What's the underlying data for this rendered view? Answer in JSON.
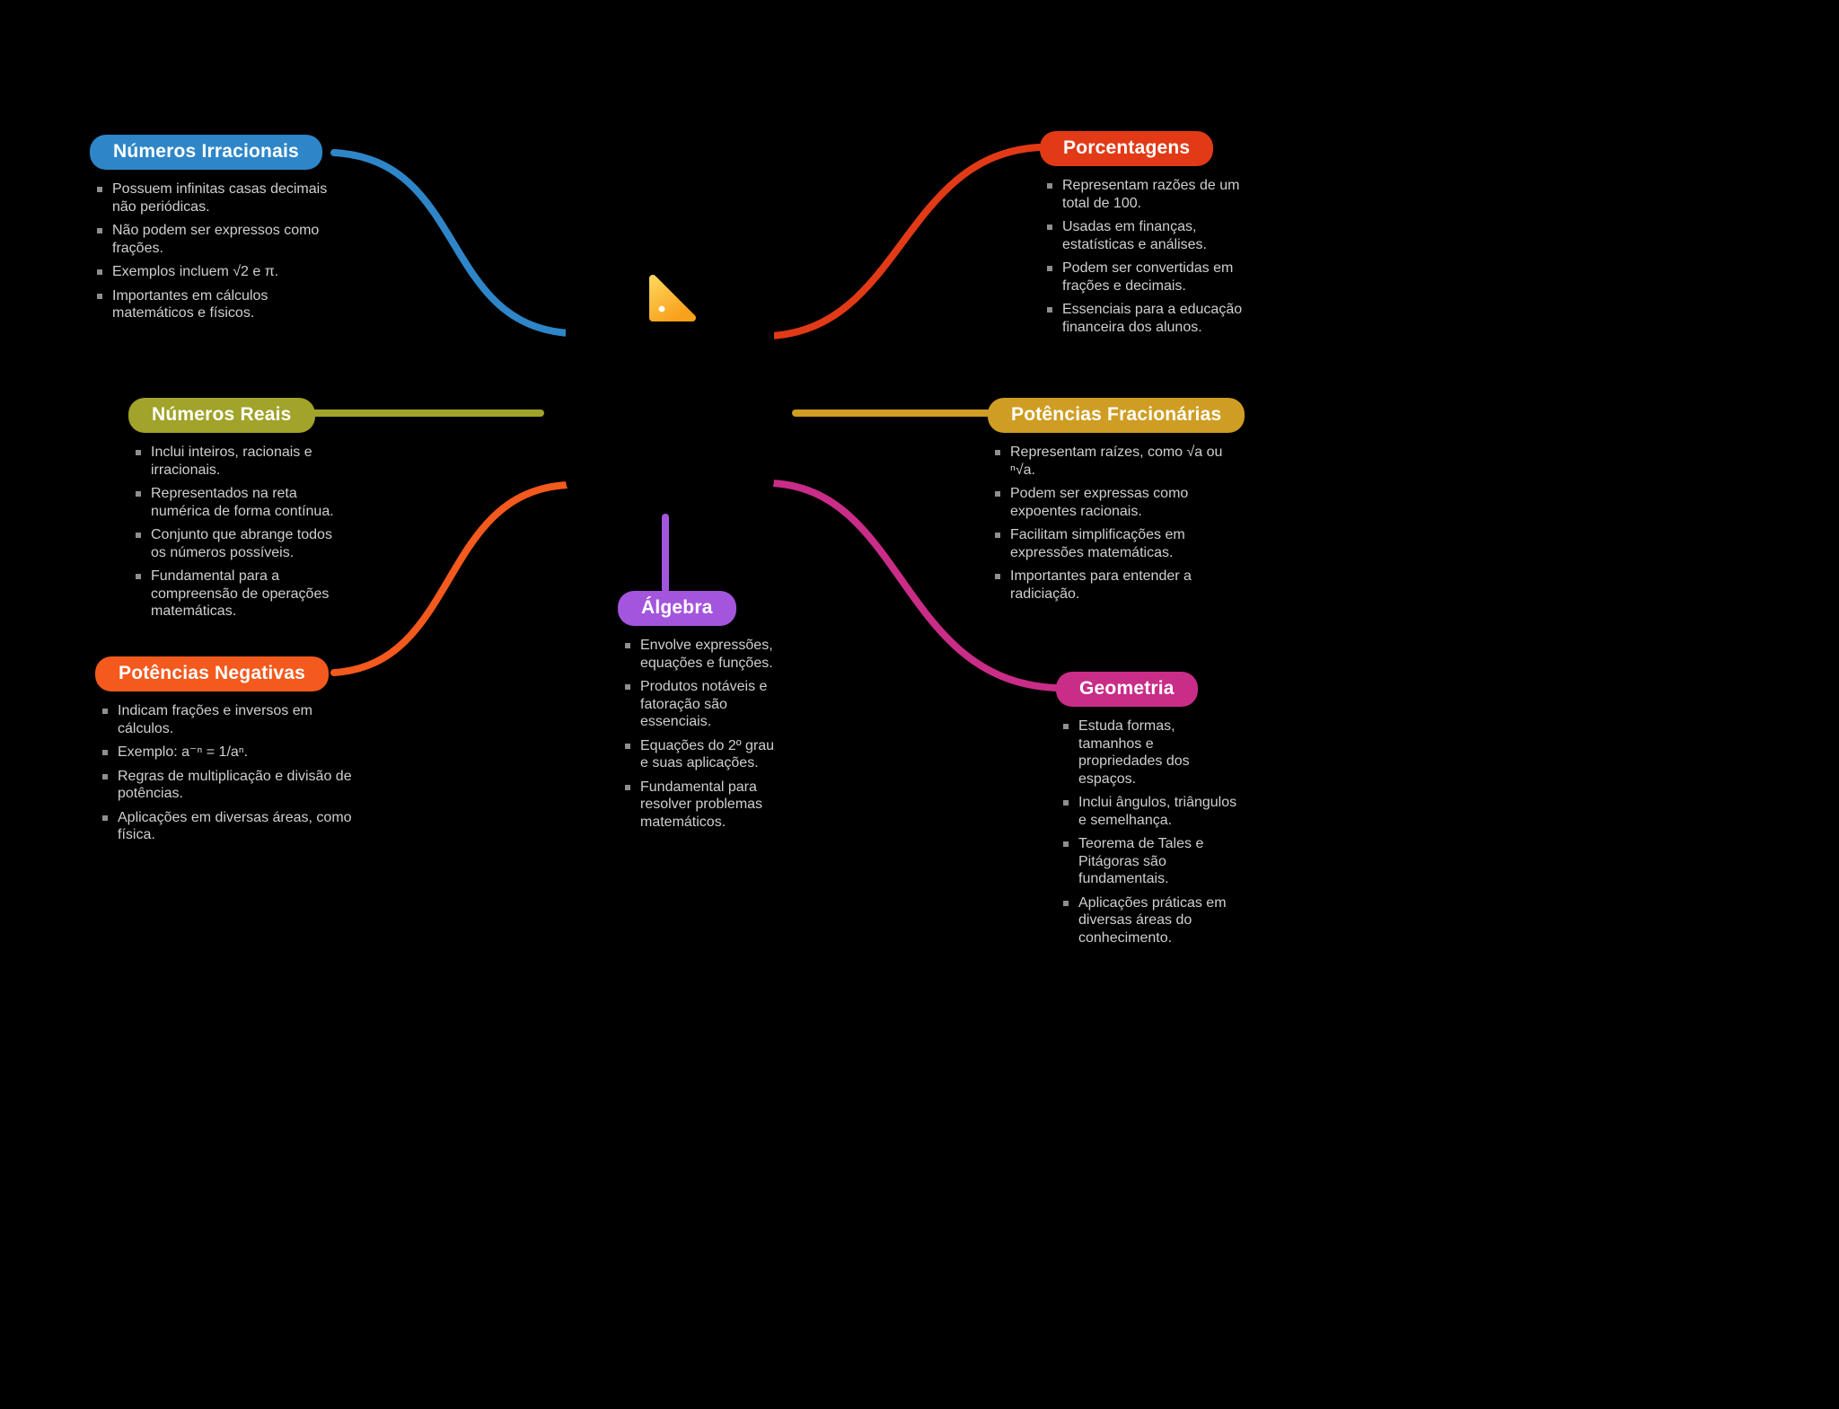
{
  "center": {
    "icon": "triangle-ruler-icon"
  },
  "branches": {
    "irracionais": {
      "label": "Números Irracionais",
      "color": "#2e86c8",
      "bullets": [
        "Possuem infinitas casas decimais não periódicas.",
        "Não podem ser expressos como frações.",
        "Exemplos incluem √2 e π.",
        "Importantes em cálculos matemáticos e físicos."
      ]
    },
    "porcentagens": {
      "label": "Porcentagens",
      "color": "#e23a16",
      "bullets": [
        "Representam razões de um total de 100.",
        "Usadas em finanças, estatísticas e análises.",
        "Podem ser convertidas em frações e decimais.",
        "Essenciais para a educação financeira dos alunos."
      ]
    },
    "reais": {
      "label": "Números Reais",
      "color": "#a1a32a",
      "bullets": [
        "Inclui inteiros, racionais e irracionais.",
        "Representados na reta numérica de forma contínua.",
        "Conjunto que abrange todos os números possíveis.",
        "Fundamental para a compreensão de operações matemáticas."
      ]
    },
    "fracionarias": {
      "label": "Potências Fracionárias",
      "color": "#cf9d23",
      "bullets": [
        "Representam raízes, como √a ou ⁿ√a.",
        "Podem ser expressas como expoentes racionais.",
        "Facilitam simplificações em expressões matemáticas.",
        "Importantes para entender a radiciação."
      ]
    },
    "negativas": {
      "label": "Potências Negativas",
      "color": "#f4591d",
      "bullets": [
        "Indicam frações e inversos em cálculos.",
        "Exemplo: a⁻ⁿ = 1/aⁿ.",
        "Regras de multiplicação e divisão de potências.",
        "Aplicações em diversas áreas, como física."
      ]
    },
    "geometria": {
      "label": "Geometria",
      "color": "#c92d87",
      "bullets": [
        "Estuda formas, tamanhos e propriedades dos espaços.",
        "Inclui ângulos, triângulos e semelhança.",
        "Teorema de Tales e Pitágoras são fundamentais.",
        "Aplicações práticas em diversas áreas do conhecimento."
      ]
    },
    "algebra": {
      "label": "Álgebra",
      "color": "#a356dd",
      "bullets": [
        "Envolve expressões, equações e funções.",
        "Produtos notáveis e fatoração são essenciais.",
        "Equações do 2º grau e suas aplicações.",
        "Fundamental para resolver problemas matemáticos."
      ]
    }
  }
}
